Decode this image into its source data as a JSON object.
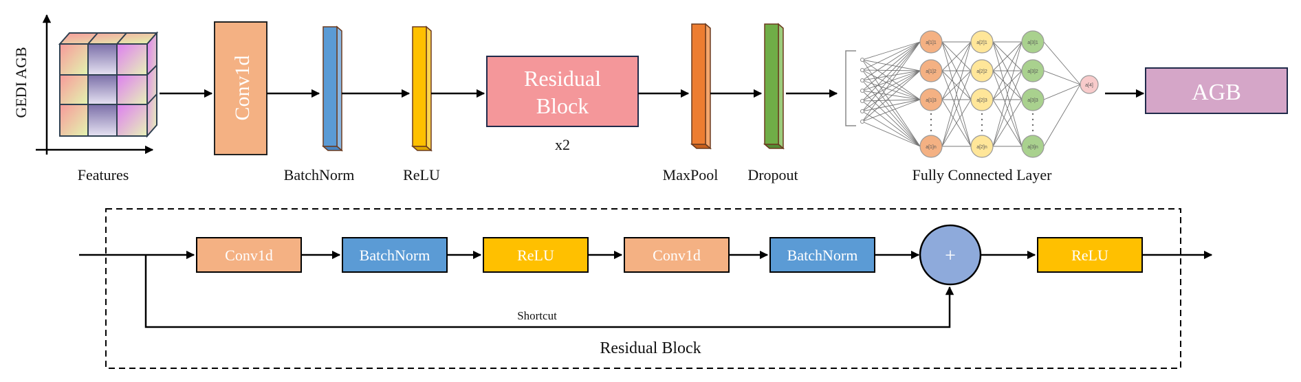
{
  "colors": {
    "conv": "#f4b183",
    "batchnorm": "#5b9bd5",
    "relu": "#ffc000",
    "residual": "#f4979a",
    "maxpool": "#ed7d31",
    "dropout": "#70ad47",
    "agb": "#d5a6c8",
    "sum": "#8eaadb",
    "fc_layer1": "#f4b183",
    "fc_layer2": "#ffe699",
    "fc_layer3": "#a9d18e",
    "fc_output": "#f8cbcb"
  },
  "top_pipeline": {
    "input": {
      "y_axis_label": "GEDI AGB",
      "x_axis_label": "Features"
    },
    "conv": {
      "label": "Conv1d"
    },
    "batchnorm": {
      "label": "BatchNorm"
    },
    "relu": {
      "label": "ReLU"
    },
    "residual": {
      "label_line1": "Residual",
      "label_line2": "Block",
      "repeat": "x2"
    },
    "maxpool": {
      "label": "MaxPool"
    },
    "dropout": {
      "label": "Dropout"
    },
    "fc": {
      "label": "Fully Connected Layer",
      "input_nodes": 7,
      "hidden_layers": [
        {
          "nodes": [
            "a[1]1",
            "a[1]2",
            "a[1]3",
            "a[1]n"
          ]
        },
        {
          "nodes": [
            "a[2]1",
            "a[2]2",
            "a[2]3",
            "a[2]n"
          ]
        },
        {
          "nodes": [
            "a[3]1",
            "a[3]2",
            "a[3]3",
            "a[3]n"
          ]
        }
      ],
      "output_node": "a[4]"
    },
    "output": {
      "label": "AGB"
    }
  },
  "residual_detail": {
    "title": "Residual Block",
    "shortcut_label": "Shortcut",
    "sum_symbol": "+",
    "blocks": [
      {
        "label": "Conv1d",
        "kind": "conv"
      },
      {
        "label": "BatchNorm",
        "kind": "batchnorm"
      },
      {
        "label": "ReLU",
        "kind": "relu"
      },
      {
        "label": "Conv1d",
        "kind": "conv"
      },
      {
        "label": "BatchNorm",
        "kind": "batchnorm"
      }
    ],
    "final_block": {
      "label": "ReLU",
      "kind": "relu"
    }
  }
}
